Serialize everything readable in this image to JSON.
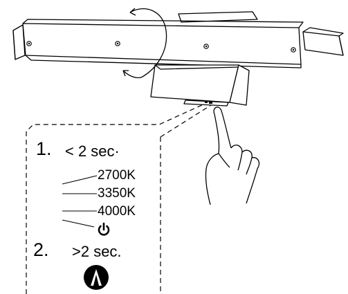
{
  "steps": [
    {
      "number": "1.",
      "condition": "< 2 sec·"
    },
    {
      "number": "2.",
      "condition": ">2 sec."
    }
  ],
  "color_temperatures": [
    "2700K",
    "3350K",
    "4000K"
  ],
  "icons": {
    "power": "power-icon",
    "dimming": "dimming-dial-icon",
    "rotation": "rotate-arrow-icon",
    "hand": "pointing-hand-icon"
  },
  "colors": {
    "line": "#000000",
    "background": "#ffffff"
  }
}
